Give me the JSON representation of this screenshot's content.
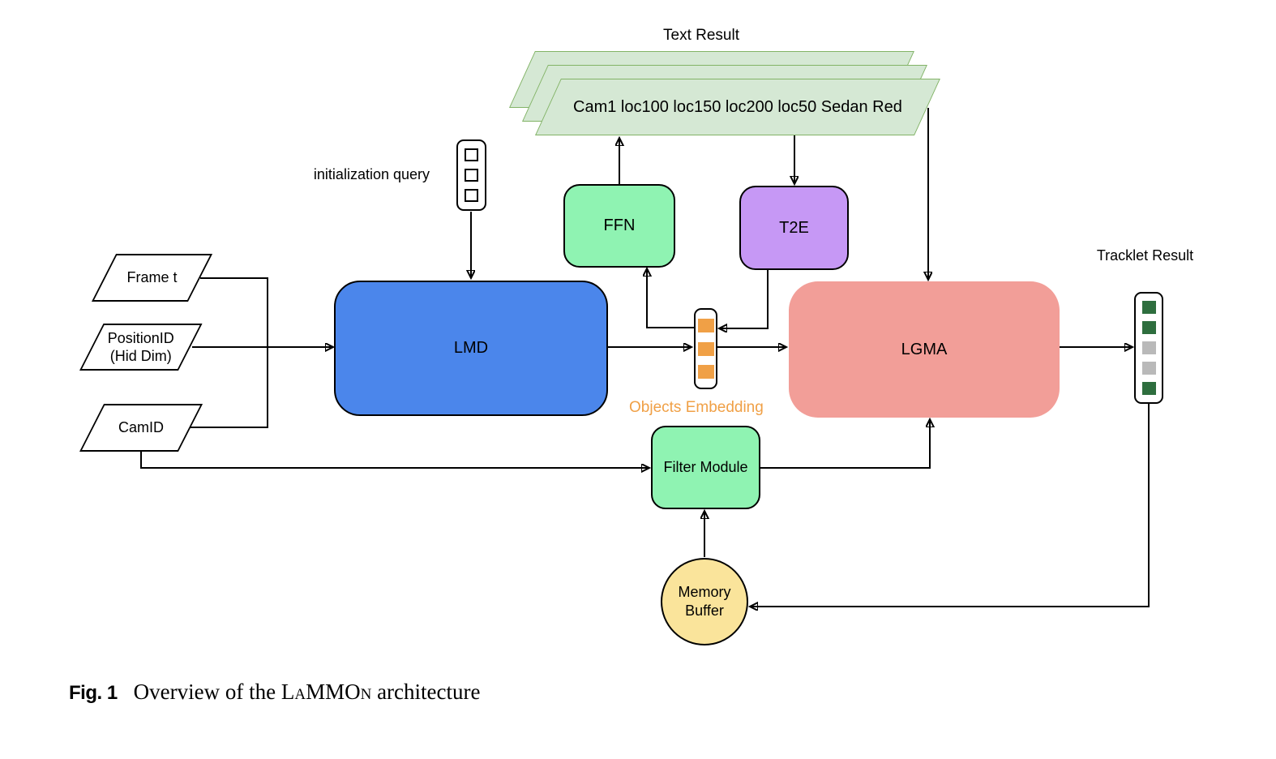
{
  "labels": {
    "text_result": "Text Result",
    "initialization_query": "initialization query",
    "objects_embedding": "Objects Embedding",
    "tracklet_result": "Tracklet Result"
  },
  "nodes": {
    "text_card": "Cam1 loc100 loc150 loc200 loc50 Sedan Red",
    "frame_t": "Frame t",
    "position_id": {
      "line1": "PositionID",
      "line2": "(Hid Dim)"
    },
    "cam_id": "CamID",
    "lmd": "LMD",
    "ffn": "FFN",
    "t2e": "T2E",
    "lgma": "LGMA",
    "filter_module": "Filter Module",
    "memory_buffer": {
      "line1": "Memory",
      "line2": "Buffer"
    }
  },
  "tokens": {
    "init_query": {
      "cells": [
        "white",
        "white",
        "white"
      ]
    },
    "objects_embedding": {
      "cells": [
        "orange",
        "orange",
        "orange"
      ]
    },
    "tracklet": {
      "cells": [
        "green",
        "green",
        "gray",
        "gray",
        "green"
      ]
    }
  },
  "caption": {
    "label": "Fig. 1",
    "text_pre": "Overview of the ",
    "brand": "LaMMOn",
    "text_post": " architecture"
  },
  "colors": {
    "card_fill": "#d5e8d4",
    "card_stroke": "#82b366",
    "lmd_blue": "#4b86eb",
    "mint_green": "#8ff3b2",
    "purple": "#c698f5",
    "salmon": "#f29e98",
    "memory_yellow": "#fae49b",
    "token_orange": "#f0a046",
    "tracklet_green": "#2e6e3e",
    "tracklet_gray": "#b9b9b9",
    "line_black": "#000000"
  }
}
